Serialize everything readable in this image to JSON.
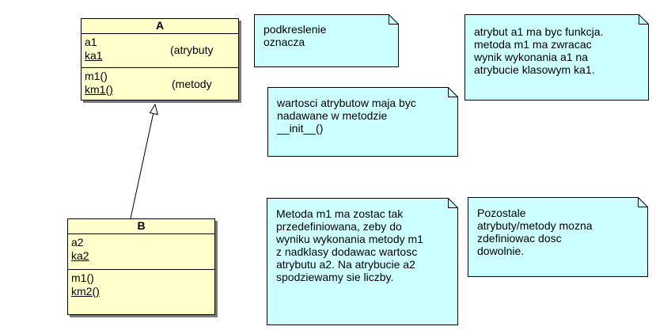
{
  "class_a": {
    "name": "A",
    "attributes": [
      "a1",
      "ka1"
    ],
    "methods": [
      "m1()",
      "km1()"
    ],
    "attr_note": "(atrybuty",
    "method_note": "(metody"
  },
  "class_b": {
    "name": "B",
    "attributes": [
      "a2",
      "ka2"
    ],
    "methods": [
      "m1()",
      "km2()"
    ]
  },
  "notes": {
    "underline": "podkreslenie\noznacza",
    "init": "wartosci atrybutow maja byc\nnadawane w metodzie\n__init__()",
    "a1_function": "atrybut a1 ma byc funkcja.\nmetoda m1 ma zwracac\nwynik wykonania a1 na\natrybucie klasowym ka1.",
    "override": "Metoda m1 ma zostac tak\nprzedefiniowana, zeby do\nwyniku wykonania metody m1\nz nadklasy dodawac wartosc\natrybutu a2. Na atrybucie a2\nspodziewamy sie liczby.",
    "rest": "Pozostale\natrybuty/metody mozna\nzdefiniowac dosc\ndowolnie."
  },
  "colors": {
    "class_fill": "#ffffcc",
    "note_fill": "#ccffff",
    "shadow": "#7a7a7a"
  }
}
